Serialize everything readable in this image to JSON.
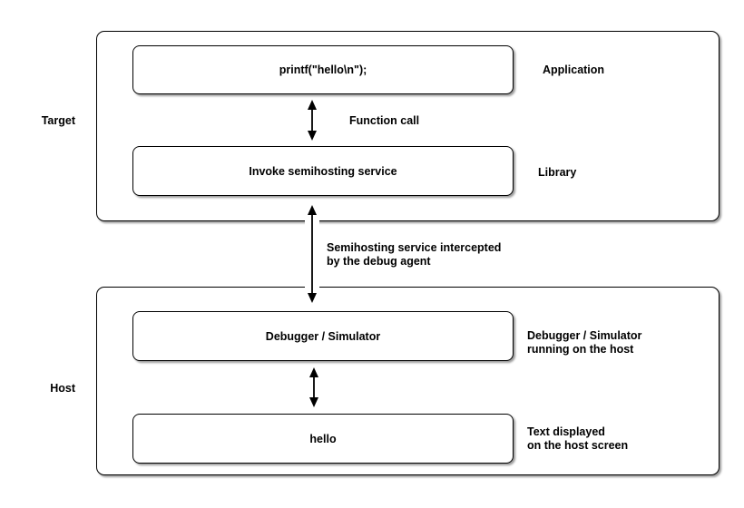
{
  "diagram": {
    "title_implicit": "Semihosting overview diagram",
    "colors": {
      "stroke": "#000000",
      "background": "#ffffff"
    },
    "groups": {
      "target": {
        "label": "Target"
      },
      "host": {
        "label": "Host"
      }
    },
    "boxes": {
      "printf": "printf(\"hello\\n\");",
      "invoke": "Invoke semihosting service",
      "debugger": "Debugger / Simulator",
      "hello": "hello"
    },
    "labels": {
      "application": "Application",
      "library": "Library",
      "function_call": "Function call",
      "intercepted_line1": "Semihosting service intercepted",
      "intercepted_line2": "by the debug agent",
      "debugger_note_line1": "Debugger / Simulator",
      "debugger_note_line2": "running on the host",
      "text_note_line1": "Text displayed",
      "text_note_line2": "on the host screen"
    }
  }
}
